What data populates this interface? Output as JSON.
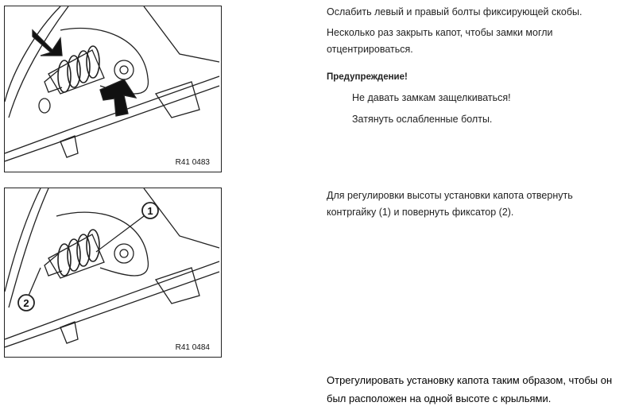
{
  "figures": [
    {
      "code": "R41 0483"
    },
    {
      "code": "R41 0484",
      "callouts": [
        "1",
        "2"
      ]
    }
  ],
  "section1": {
    "lines": [
      "Ослабить левый и правый болты фиксирующей скобы.",
      "Несколько раз закрыть капот, чтобы замки могли",
      "отцентрироваться."
    ],
    "warning_title": "Предупреждение!",
    "warning_items": [
      "Не давать замкам защелкиваться!",
      "Затянуть ослабленные болты."
    ]
  },
  "section2": {
    "lines": [
      "Для регулировки высоты установки капота отвернуть",
      "контргайку (1) и повернуть фиксатор (2)."
    ]
  },
  "section3": {
    "lines": [
      "Отрегулировать установку капота таким образом, чтобы он",
      "был расположен на одной высоте с крыльями."
    ]
  }
}
